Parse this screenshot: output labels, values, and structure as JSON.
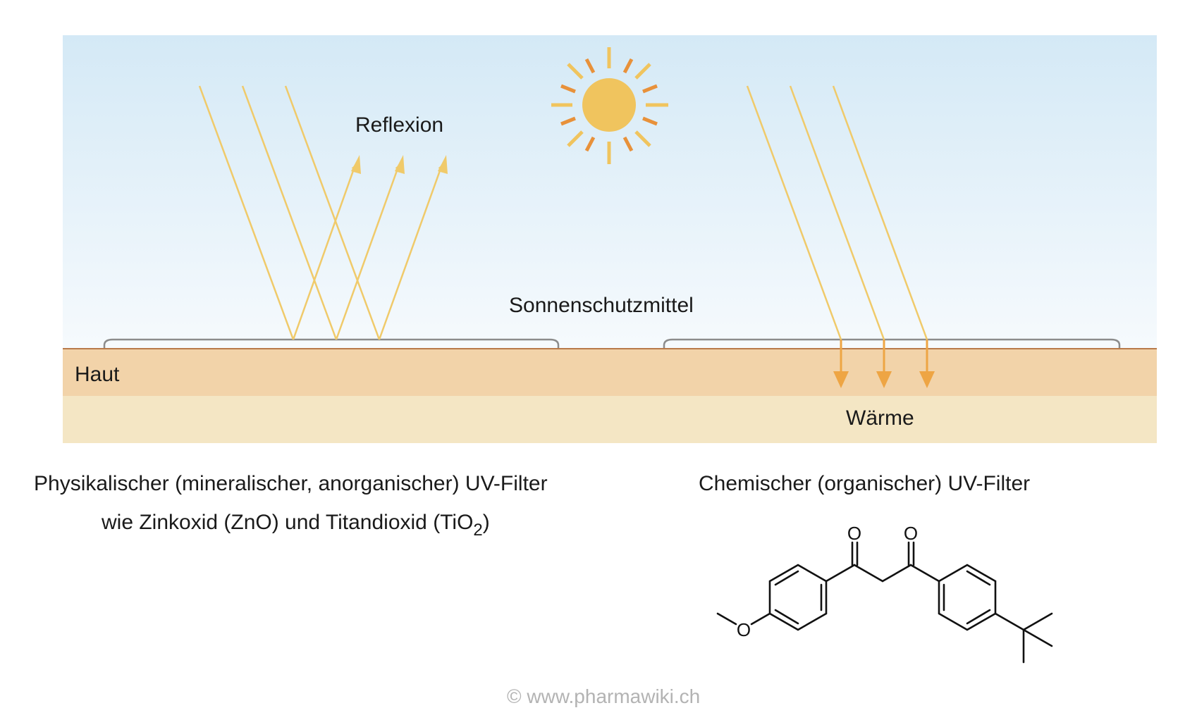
{
  "labels": {
    "reflexion": "Reflexion",
    "sonnenschutzmittel": "Sonnenschutzmittel",
    "haut": "Haut",
    "waerme": "Wärme"
  },
  "captions": {
    "physical_line1": "Physikalischer (mineralischer, anorganischer) UV-Filter",
    "physical_line2_prefix": "wie Zinkoxid (ZnO) und Titandioxid (TiO",
    "physical_line2_sub": "2",
    "physical_line2_suffix": ")",
    "chemical": "Chemischer (organischer) UV-Filter"
  },
  "molecule": {
    "oxygen_label": "O",
    "ketone_o_left": "O",
    "ketone_o_right": "O"
  },
  "credit": "© www.pharmawiki.ch",
  "colors": {
    "sky_top": "#d4e9f6",
    "sky_bottom": "#f6fafd",
    "skin_upper": "#f2d3a9",
    "skin_lower": "#f4e6c4",
    "ray": "#f0ca6a",
    "ray_absorbed": "#eea544",
    "sun": "#f0c45e",
    "sun_ray_dark": "#e8913a",
    "sunscreen_outline": "#8c8c8c",
    "skin_line": "#b87a4a"
  }
}
